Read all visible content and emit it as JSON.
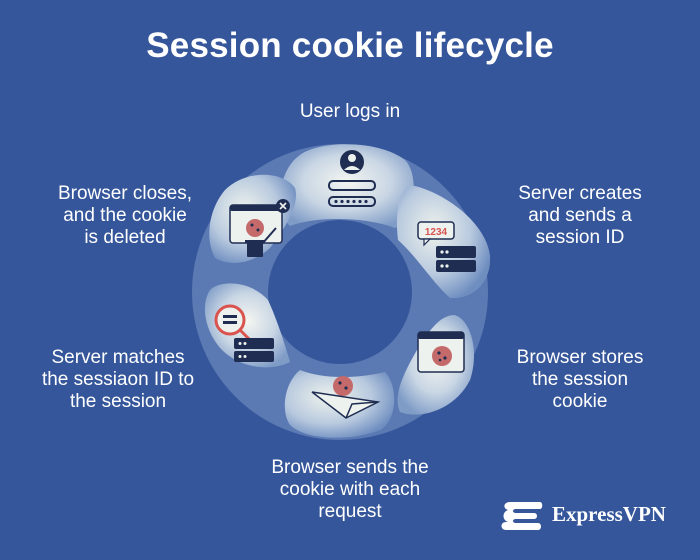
{
  "title": "Session cookie lifecycle",
  "steps": [
    {
      "lines": [
        "User logs in"
      ],
      "icon": "user-login-icon"
    },
    {
      "lines": [
        "Server creates",
        "and sends a",
        "session ID"
      ],
      "icon": "server-session-id-icon"
    },
    {
      "lines": [
        "Browser stores",
        "the session",
        "cookie"
      ],
      "icon": "browser-cookie-icon"
    },
    {
      "lines": [
        "Browser sends the",
        "cookie with each",
        "request"
      ],
      "icon": "paper-plane-cookie-icon"
    },
    {
      "lines": [
        "Server matches",
        "the sessiaon ID to",
        "the session"
      ],
      "icon": "magnifier-server-icon"
    },
    {
      "lines": [
        "Browser closes,",
        "and the cookie",
        "is deleted"
      ],
      "icon": "browser-trash-icon"
    }
  ],
  "badge_number": "1234",
  "brand": {
    "name": "ExpressVPN",
    "icon": "expressvpn-logo-icon"
  },
  "colors": {
    "background": "#35569a",
    "ring_light": "#eef2ee",
    "ring_mid": "#a9bdd6",
    "ring_dark": "#4a6aa8",
    "icon_navy": "#1f2d52",
    "cookie": "#c46a6a",
    "accent_red": "#d9534f"
  }
}
